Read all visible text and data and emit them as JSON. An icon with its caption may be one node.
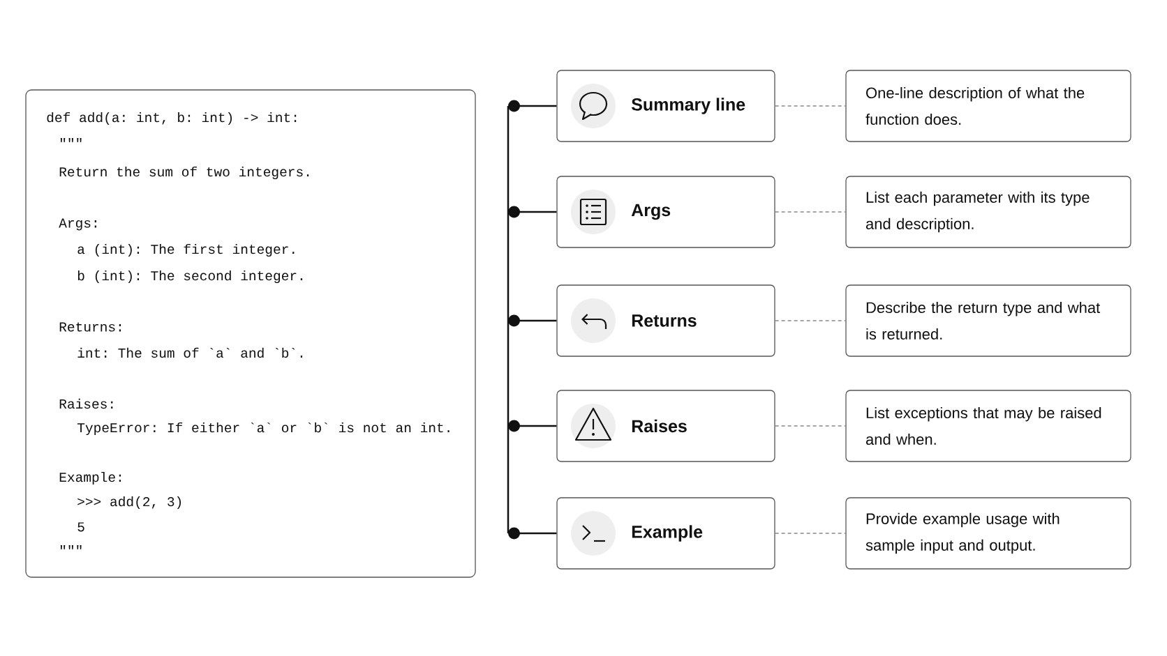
{
  "diagram": {
    "nodes": [
      {
        "text": [
          "def add(a: int, b: int) -> int:",
          "\"\"\"",
          "Return the sum of two integers.",
          "Args:",
          "a (int): The first integer.",
          "b (int): The second integer.",
          "Returns:",
          "int: The sum of `a` and `b`.",
          "Raises:",
          "TypeError: If either `a` or `b` is not an int.",
          "Example:",
          ">>> add(2, 3)",
          "5",
          "\"\"\""
        ]
      },
      {
        "text": [],
        "shape": "bar"
      },
      {
        "text": [
          "Summary line"
        ]
      },
      {
        "text": [
          "One-line description of what the function does."
        ]
      },
      {
        "text": [
          "Args"
        ]
      },
      {
        "text": [
          "List each parameter with its type and description."
        ]
      },
      {
        "text": [
          "Returns"
        ]
      },
      {
        "text": [
          "Describe the return type and what is returned."
        ]
      },
      {
        "text": [
          "Raises"
        ]
      },
      {
        "text": [
          "List exceptions that may be raised and when."
        ]
      },
      {
        "text": [
          "Example"
        ]
      },
      {
        "text": [
          "Provide example usage with sample input and output."
        ]
      }
    ],
    "edges": [
      {
        "from": 1,
        "to": 2,
        "arrow": "other"
      },
      {
        "from": 1,
        "to": 4,
        "arrow": "other"
      },
      {
        "from": 1,
        "to": 6,
        "arrow": "other"
      },
      {
        "from": 1,
        "to": 8,
        "arrow": "other"
      },
      {
        "from": 1,
        "to": 10,
        "arrow": "other"
      },
      {
        "from": 2,
        "to": 3,
        "arrow": "none",
        "style": "dashed",
        "color": "#888888"
      },
      {
        "from": 4,
        "to": 5,
        "arrow": "none",
        "style": "dashed",
        "color": "#888888"
      },
      {
        "from": 6,
        "to": 7,
        "arrow": "none",
        "style": "dashed",
        "color": "#888888"
      },
      {
        "from": 8,
        "to": 9,
        "arrow": "none",
        "style": "dashed",
        "color": "#888888"
      },
      {
        "from": 10,
        "to": 11,
        "arrow": "none",
        "style": "dashed",
        "color": "#888888"
      }
    ]
  }
}
